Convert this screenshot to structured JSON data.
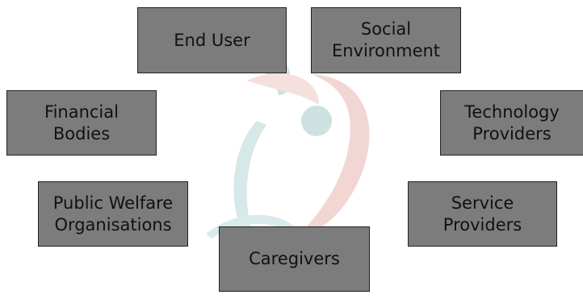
{
  "diagram": {
    "nodes": {
      "end_user": {
        "line1": "End User"
      },
      "social_environment": {
        "line1": "Social",
        "line2": "Environment"
      },
      "financial_bodies": {
        "line1": "Financial",
        "line2": "Bodies"
      },
      "technology_providers": {
        "line1": "Technology",
        "line2": "Providers"
      },
      "public_welfare": {
        "line1": "Public Welfare",
        "line2": "Organisations"
      },
      "service_providers": {
        "line1": "Service",
        "line2": "Providers"
      },
      "caregivers": {
        "line1": "Caregivers"
      }
    },
    "watermark": {
      "icon": "stylized-figure-logo-watermark",
      "colors": {
        "teal": "#cfe3e3",
        "red": "#f2d6d3"
      }
    },
    "box_color": "#7c7c7c",
    "border_color": "#222222"
  }
}
